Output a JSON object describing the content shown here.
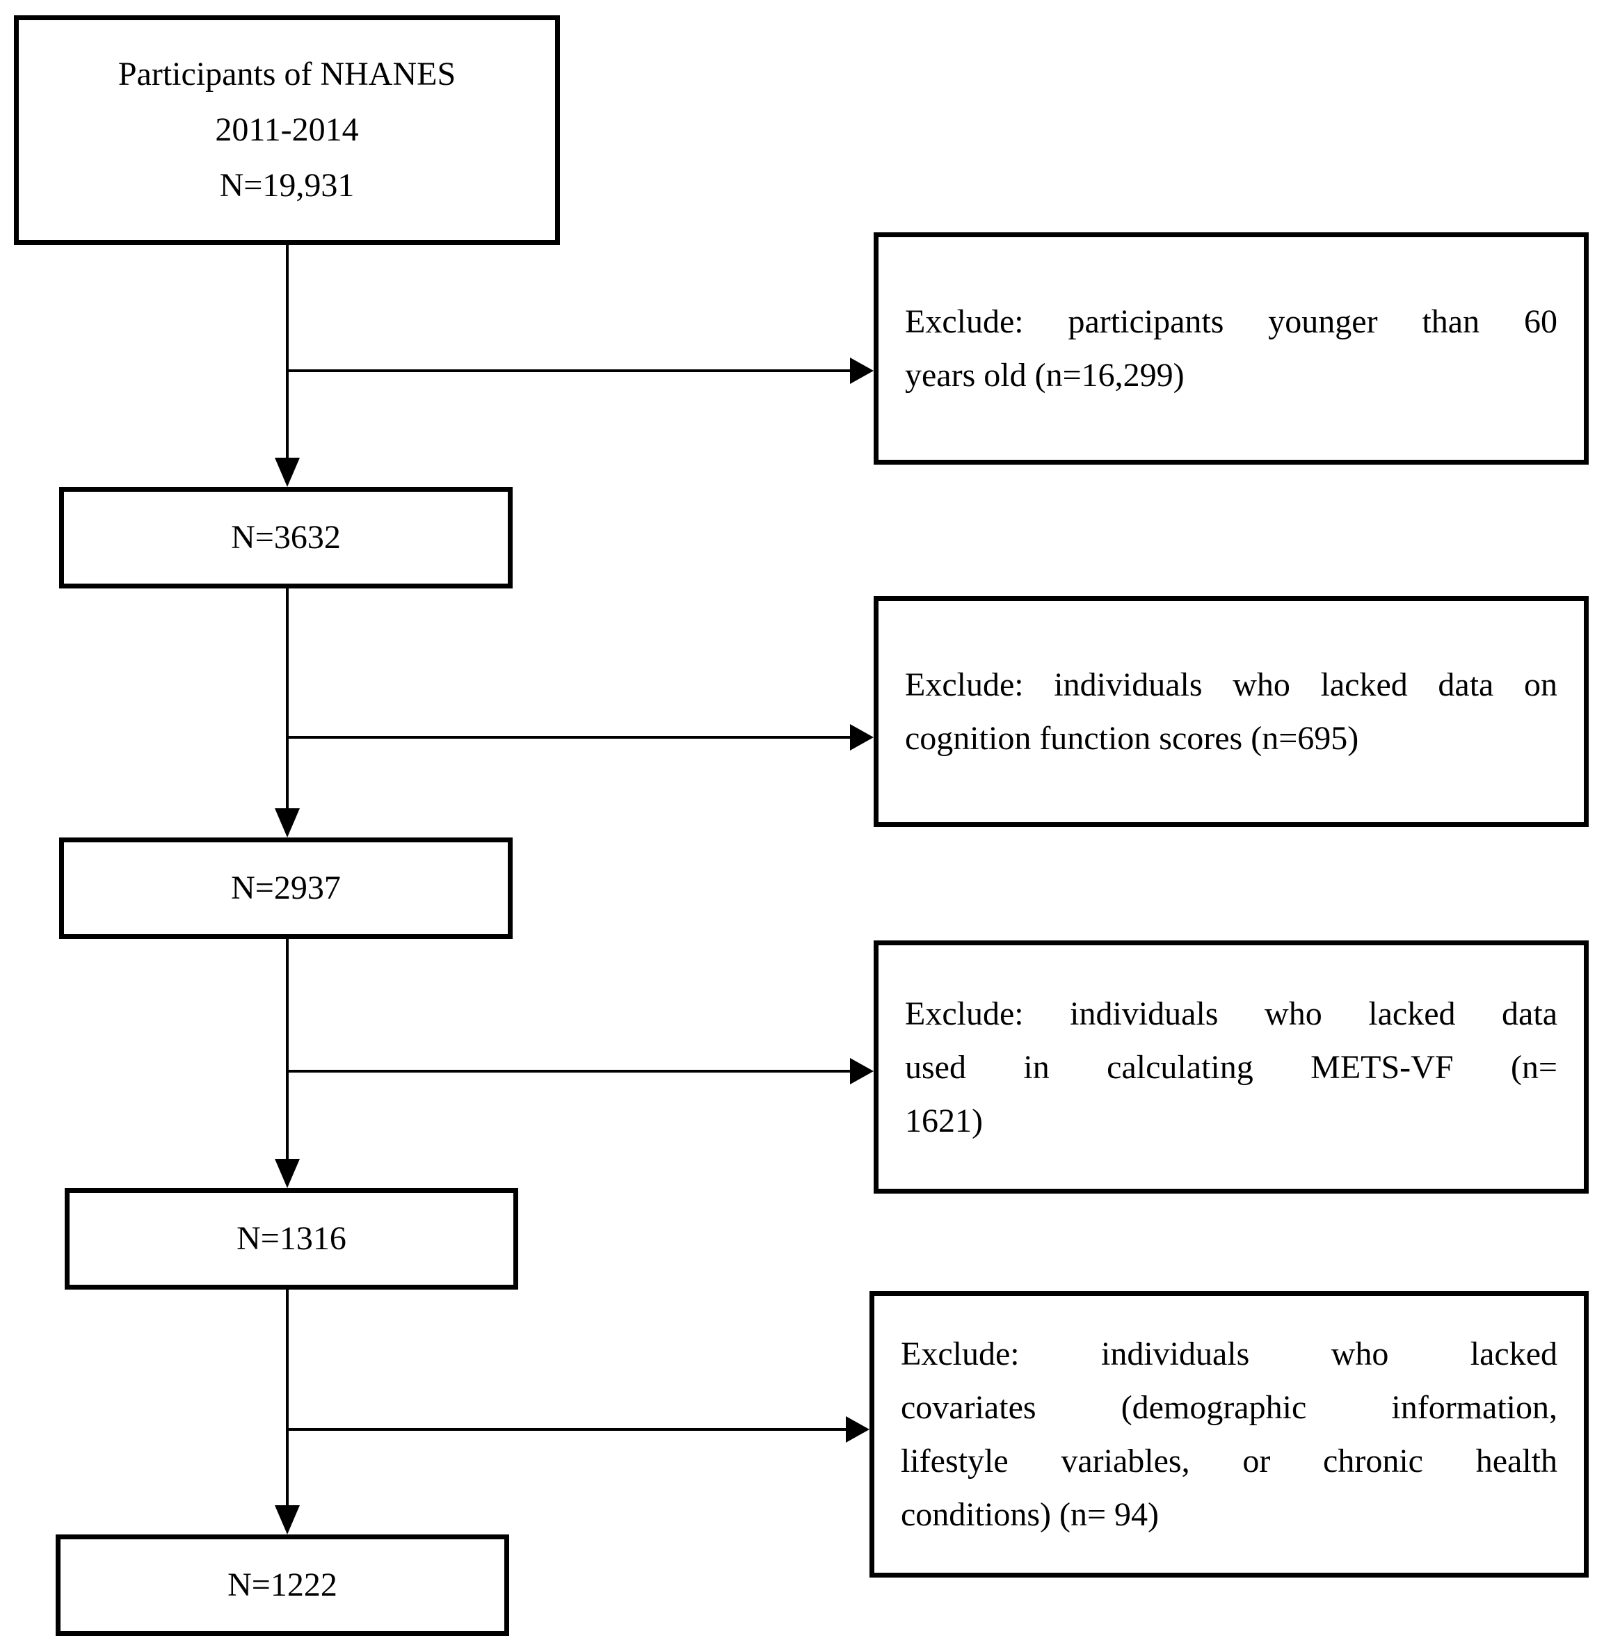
{
  "colors": {
    "ink": "#000000",
    "paper": "#ffffff"
  },
  "nodes": {
    "start": {
      "lines": [
        "Participants of NHANES",
        "2011-2014",
        "N=19,931"
      ]
    },
    "count1": {
      "label": "N=3632"
    },
    "count2": {
      "label": "N=2937"
    },
    "count3": {
      "label": "N=1316"
    },
    "count4": {
      "label": "N=1222"
    },
    "exclude1": {
      "lines": [
        "Exclude: participants younger than 60",
        "years old (n=16,299)"
      ]
    },
    "exclude2": {
      "lines": [
        "Exclude: individuals who lacked data on",
        "cognition function scores (n=695)"
      ]
    },
    "exclude3": {
      "lines": [
        "Exclude: individuals who lacked data",
        "used in calculating METS-VF (n=",
        "1621)"
      ]
    },
    "exclude4": {
      "lines": [
        "Exclude: individuals who lacked",
        "covariates (demographic information,",
        "lifestyle variables, or chronic health",
        "conditions) (n= 94)"
      ]
    }
  },
  "edges": [
    {
      "from": "start",
      "to": "count1",
      "type": "arrow-down"
    },
    {
      "from": "start-count1-connector",
      "to": "exclude1",
      "type": "arrow-right"
    },
    {
      "from": "count1",
      "to": "count2",
      "type": "arrow-down"
    },
    {
      "from": "count1-count2-connector",
      "to": "exclude2",
      "type": "arrow-right"
    },
    {
      "from": "count2",
      "to": "count3",
      "type": "arrow-down"
    },
    {
      "from": "count2-count3-connector",
      "to": "exclude3",
      "type": "arrow-right"
    },
    {
      "from": "count3",
      "to": "count4",
      "type": "arrow-down"
    },
    {
      "from": "count3-count4-connector",
      "to": "exclude4",
      "type": "arrow-right"
    }
  ]
}
